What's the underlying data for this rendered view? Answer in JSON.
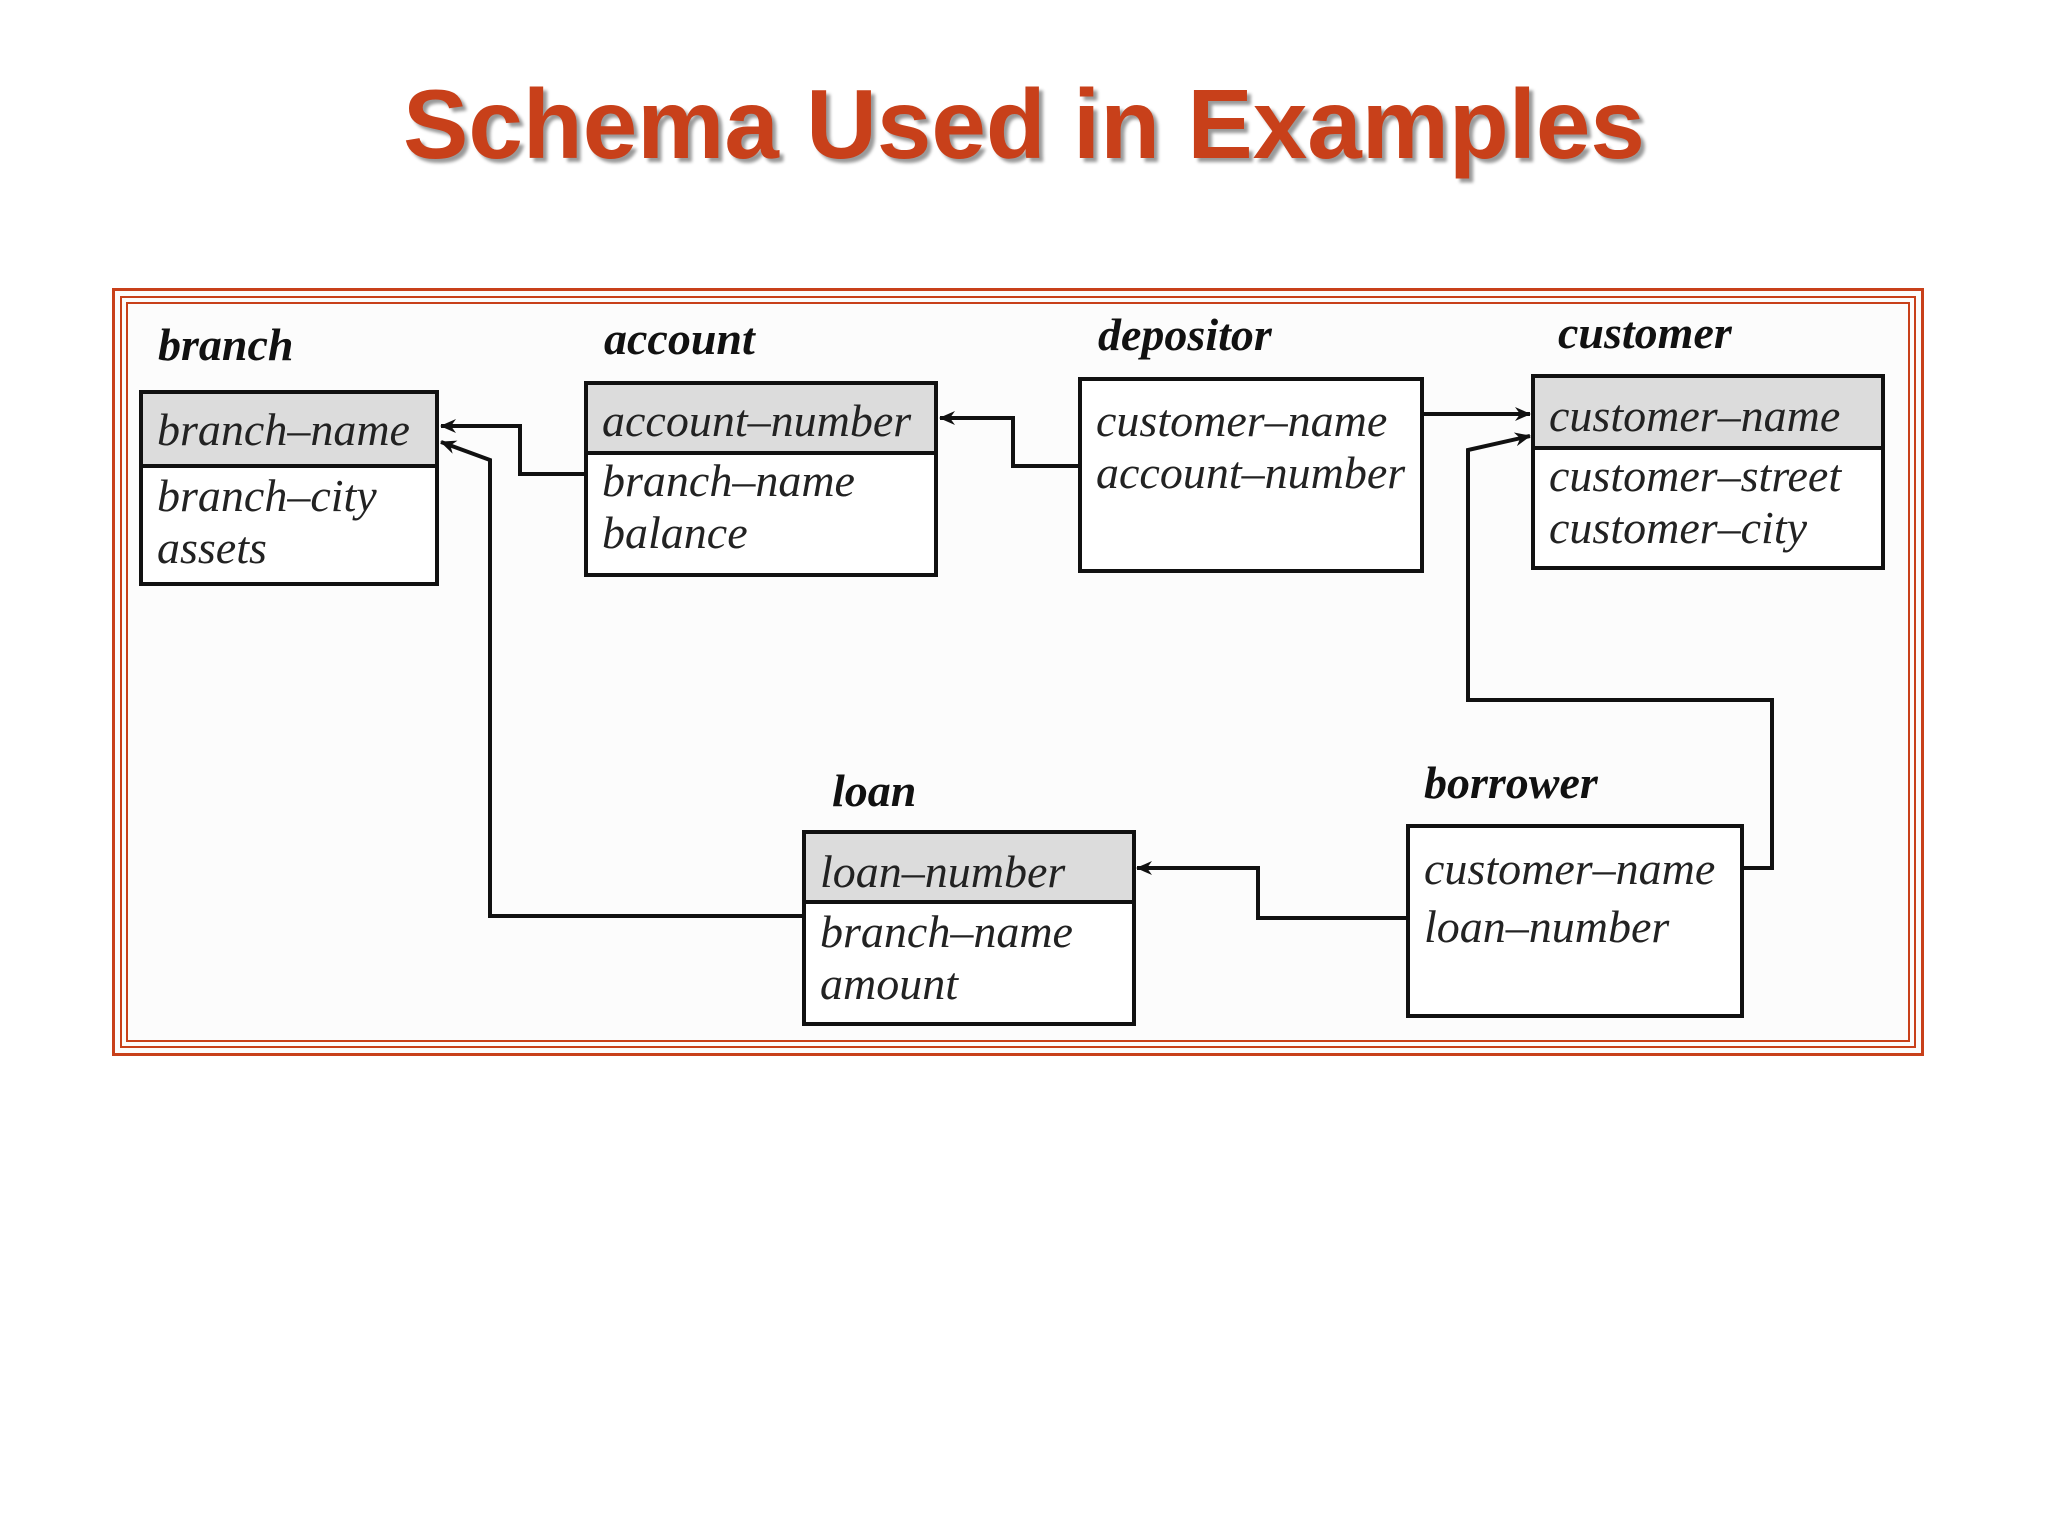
{
  "slide": {
    "title": "Schema Used in Examples"
  },
  "relations": {
    "branch": {
      "name": "branch",
      "primary_key": [
        "branch–name"
      ],
      "attributes": [
        "branch–city",
        "assets"
      ]
    },
    "account": {
      "name": "account",
      "primary_key": [
        "account–number"
      ],
      "attributes": [
        "branch–name",
        "balance"
      ]
    },
    "depositor": {
      "name": "depositor",
      "primary_key": [],
      "attributes": [
        "customer–name",
        "account–number"
      ]
    },
    "customer": {
      "name": "customer",
      "primary_key": [
        "customer–name"
      ],
      "attributes": [
        "customer–street",
        "customer–city"
      ]
    },
    "loan": {
      "name": "loan",
      "primary_key": [
        "loan–number"
      ],
      "attributes": [
        "branch–name",
        "amount"
      ]
    },
    "borrower": {
      "name": "borrower",
      "primary_key": [],
      "attributes": [
        "customer–name",
        "loan–number"
      ]
    }
  },
  "foreign_keys": [
    {
      "from": "account",
      "attribute": "branch–name",
      "to": "branch",
      "target": "branch–name"
    },
    {
      "from": "loan",
      "attribute": "branch–name",
      "to": "branch",
      "target": "branch–name"
    },
    {
      "from": "depositor",
      "attribute": "account–number",
      "to": "account",
      "target": "account–number"
    },
    {
      "from": "depositor",
      "attribute": "customer–name",
      "to": "customer",
      "target": "customer–name"
    },
    {
      "from": "borrower",
      "attribute": "customer–name",
      "to": "customer",
      "target": "customer–name"
    },
    {
      "from": "borrower",
      "attribute": "loan–number",
      "to": "loan",
      "target": "loan–number"
    }
  ],
  "colors": {
    "title": "#c8401a",
    "frame": "#c8401a",
    "key_fill": "#dcdcdc",
    "line": "#111111"
  }
}
